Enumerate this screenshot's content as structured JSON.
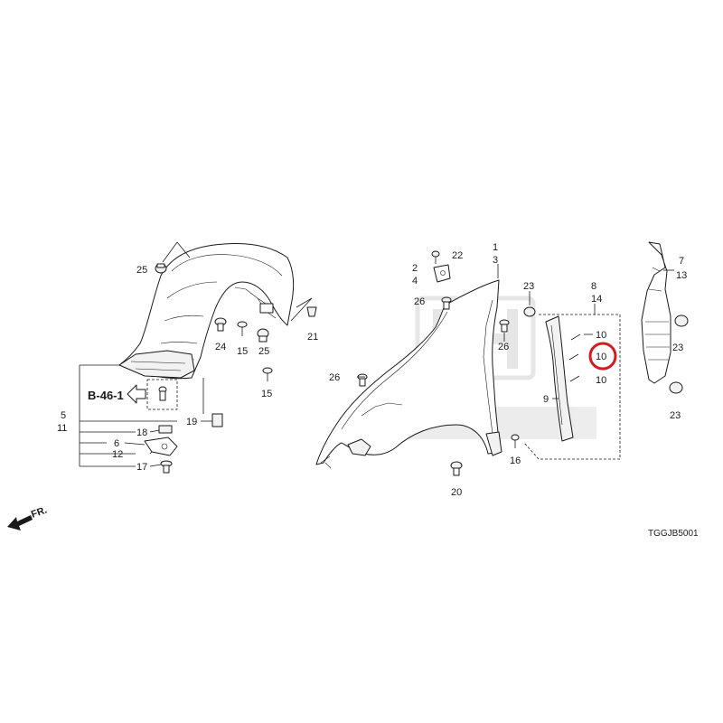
{
  "diagram": {
    "code": "TGGJB5001",
    "reference": "B-46-1",
    "direction": "FR."
  },
  "watermark": {
    "text": "HONDA"
  },
  "highlight": {
    "label": "10",
    "color": "#d71920"
  },
  "callouts": {
    "c1": "1",
    "c3": "3",
    "c2": "2",
    "c4": "4",
    "c22": "22",
    "c26a": "26",
    "c26b": "26",
    "c26c": "26",
    "c23a": "23",
    "c23b": "23",
    "c23c": "23",
    "c8": "8",
    "c14": "14",
    "c7": "7",
    "c13": "13",
    "c10a": "10",
    "c10b": "10",
    "c10c": "10",
    "c9": "9",
    "c16": "16",
    "c20": "20",
    "c25a": "25",
    "c25b": "25",
    "c24": "24",
    "c15a": "15",
    "c15b": "15",
    "c21": "21",
    "c5": "5",
    "c11": "11",
    "c19": "19",
    "c18": "18",
    "c6": "6",
    "c12": "12",
    "c17": "17"
  }
}
